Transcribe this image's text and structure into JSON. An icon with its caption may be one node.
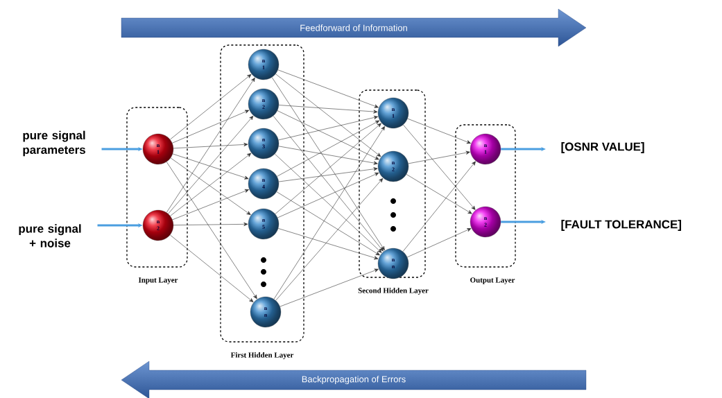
{
  "diagram": {
    "nodes": [
      {
        "text": [
          "pure signal parameters"
        ]
      },
      {
        "text": [
          "pure signal + noise"
        ]
      },
      {
        "text": [
          "Input Layer"
        ]
      },
      {
        "text": [
          "n 1"
        ],
        "in": 2
      },
      {
        "text": [
          "n 2"
        ],
        "in": 2
      },
      {
        "text": [
          "First Hidden Layer"
        ]
      },
      {
        "text": [
          "n 1"
        ],
        "in": 5
      },
      {
        "text": [
          "n 2"
        ],
        "in": 5
      },
      {
        "text": [
          "n 3"
        ],
        "in": 5
      },
      {
        "text": [
          "n 4"
        ],
        "in": 5
      },
      {
        "text": [
          "n 5"
        ],
        "in": 5
      },
      {
        "text": [
          "n n"
        ],
        "in": 5
      },
      {
        "text": [
          "Second Hidden Layer"
        ]
      },
      {
        "text": [
          "n 1"
        ],
        "in": 12
      },
      {
        "text": [
          "n 2"
        ],
        "in": 12
      },
      {
        "text": [
          "n n"
        ],
        "in": 12
      },
      {
        "text": [
          "Output Layer"
        ]
      },
      {
        "text": [
          "n 1"
        ],
        "in": 16
      },
      {
        "text": [
          "n 2"
        ],
        "in": 16
      },
      {
        "text": [
          "[OSNR VALUE]"
        ]
      },
      {
        "text": [
          "[FAULT TOLERANCE]"
        ]
      }
    ],
    "edges": [
      {
        "from": 0,
        "to": 3,
        "arrow": "to",
        "style": "thick",
        "color": "#4a9ee0"
      },
      {
        "from": 1,
        "to": 4,
        "arrow": "to",
        "style": "thick",
        "color": "#4a9ee0"
      },
      {
        "from": 3,
        "to": 6,
        "arrow": "to"
      },
      {
        "from": 3,
        "to": 7,
        "arrow": "to"
      },
      {
        "from": 3,
        "to": 8,
        "arrow": "to"
      },
      {
        "from": 3,
        "to": 9,
        "arrow": "to"
      },
      {
        "from": 3,
        "to": 10,
        "arrow": "to"
      },
      {
        "from": 3,
        "to": 11,
        "arrow": "to"
      },
      {
        "from": 4,
        "to": 6,
        "arrow": "to"
      },
      {
        "from": 4,
        "to": 7,
        "arrow": "to"
      },
      {
        "from": 4,
        "to": 8,
        "arrow": "to"
      },
      {
        "from": 4,
        "to": 9,
        "arrow": "to"
      },
      {
        "from": 4,
        "to": 10,
        "arrow": "to"
      },
      {
        "from": 4,
        "to": 11,
        "arrow": "to"
      },
      {
        "from": 6,
        "to": 13,
        "arrow": "to"
      },
      {
        "from": 6,
        "to": 14,
        "arrow": "to"
      },
      {
        "from": 6,
        "to": 15,
        "arrow": "to"
      },
      {
        "from": 7,
        "to": 13,
        "arrow": "to"
      },
      {
        "from": 7,
        "to": 14,
        "arrow": "to"
      },
      {
        "from": 7,
        "to": 15,
        "arrow": "to"
      },
      {
        "from": 8,
        "to": 13,
        "arrow": "to"
      },
      {
        "from": 8,
        "to": 14,
        "arrow": "to"
      },
      {
        "from": 8,
        "to": 15,
        "arrow": "to"
      },
      {
        "from": 9,
        "to": 13,
        "arrow": "to"
      },
      {
        "from": 9,
        "to": 14,
        "arrow": "to"
      },
      {
        "from": 9,
        "to": 15,
        "arrow": "to"
      },
      {
        "from": 10,
        "to": 13,
        "arrow": "to"
      },
      {
        "from": 10,
        "to": 14,
        "arrow": "to"
      },
      {
        "from": 10,
        "to": 15,
        "arrow": "to"
      },
      {
        "from": 11,
        "to": 13,
        "arrow": "to"
      },
      {
        "from": 11,
        "to": 14,
        "arrow": "to"
      },
      {
        "from": 11,
        "to": 15,
        "arrow": "to"
      },
      {
        "from": 13,
        "to": 17,
        "arrow": "to"
      },
      {
        "from": 13,
        "to": 18,
        "arrow": "to"
      },
      {
        "from": 14,
        "to": 17,
        "arrow": "to"
      },
      {
        "from": 14,
        "to": 18,
        "arrow": "to"
      },
      {
        "from": 15,
        "to": 17,
        "arrow": "to"
      },
      {
        "from": 15,
        "to": 18,
        "arrow": "to"
      },
      {
        "from": 17,
        "to": 19,
        "arrow": "to",
        "style": "thick",
        "color": "#4a9ee0"
      },
      {
        "from": 18,
        "to": 20,
        "arrow": "to",
        "style": "thick",
        "color": "#4a9ee0"
      }
    ],
    "labels": [
      "Feedforward of Information",
      "Backpropagation of Errors"
    ]
  }
}
